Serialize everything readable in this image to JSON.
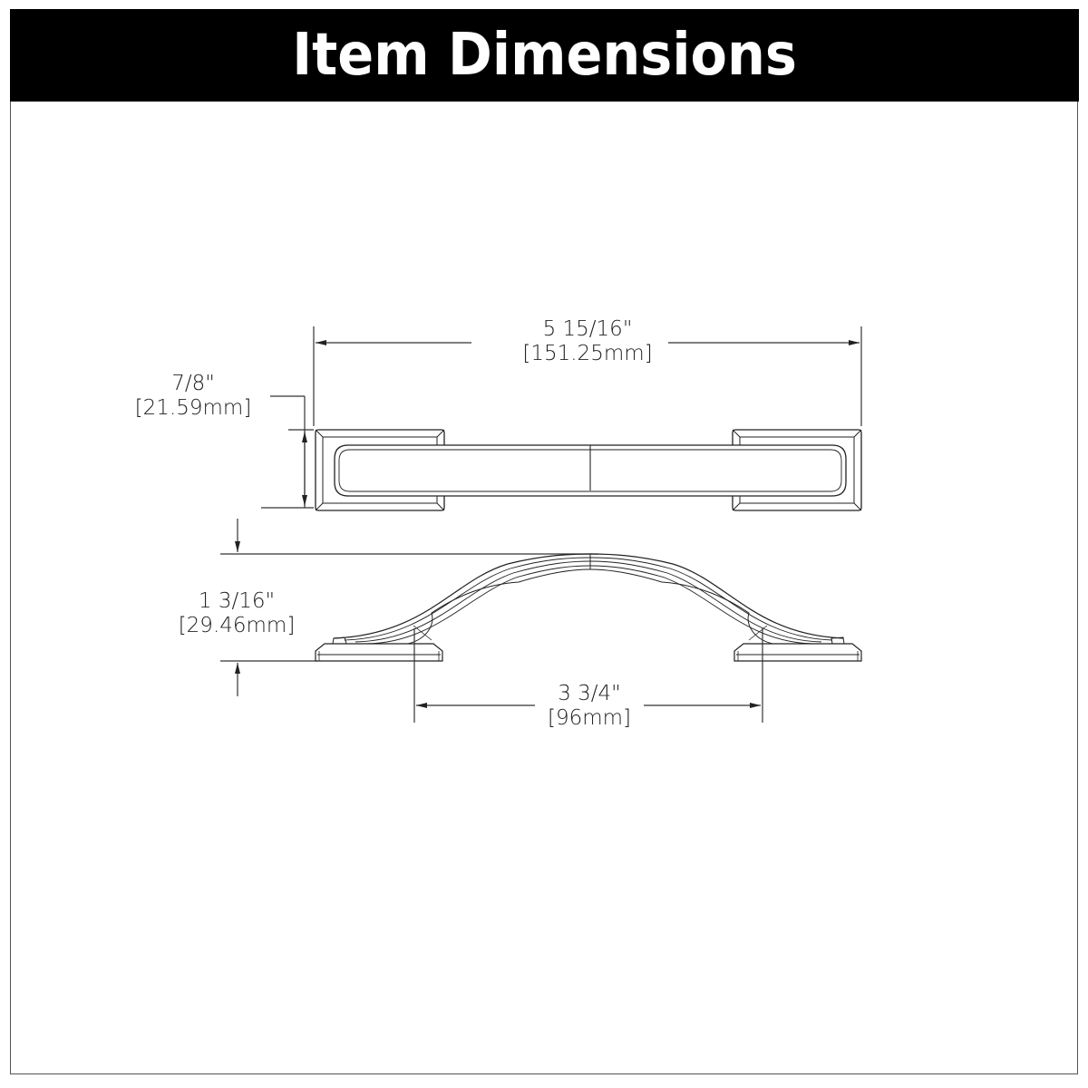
{
  "header": {
    "title": "Item Dimensions",
    "background_color": "#000000",
    "text_color": "#ffffff"
  },
  "drawing": {
    "subject": "cabinet-pull-handle",
    "views": [
      "top-view",
      "side-view"
    ],
    "line_color": "#222222"
  },
  "dimensions": {
    "overall_length": {
      "imperial": "5 15/16\"",
      "metric": "151.25mm"
    },
    "width": {
      "imperial": "7/8\"",
      "metric": "21.59mm"
    },
    "projection": {
      "imperial": "1 3/16\"",
      "metric": "29.46mm"
    },
    "center_to_center": {
      "imperial": "3 3/4\"",
      "metric": "96mm"
    }
  }
}
